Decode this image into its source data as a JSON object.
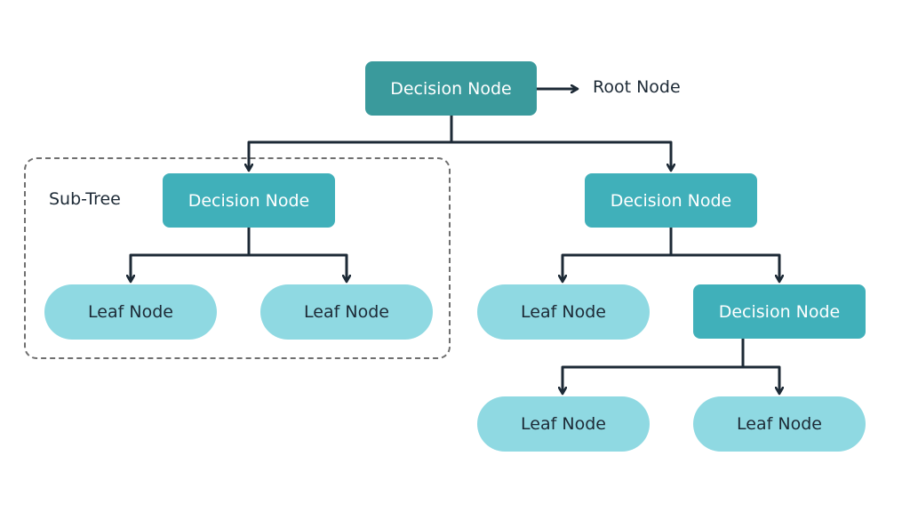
{
  "colors": {
    "decision_root": "#3a9a9c",
    "decision": "#40b0ba",
    "leaf": "#8fd9e2",
    "connector": "#1d2a36",
    "text_dark": "#1d2a36",
    "dashed_border": "#6f6f6f"
  },
  "labels": {
    "root_annotation": "Root Node",
    "subtree": "Sub-Tree"
  },
  "nodes": {
    "root": "Decision Node",
    "left_decision": "Decision Node",
    "right_decision": "Decision Node",
    "right_right_decision": "Decision Node",
    "leaf_1": "Leaf Node",
    "leaf_2": "Leaf Node",
    "leaf_3": "Leaf Node",
    "leaf_4": "Leaf Node",
    "leaf_5": "Leaf Node"
  }
}
